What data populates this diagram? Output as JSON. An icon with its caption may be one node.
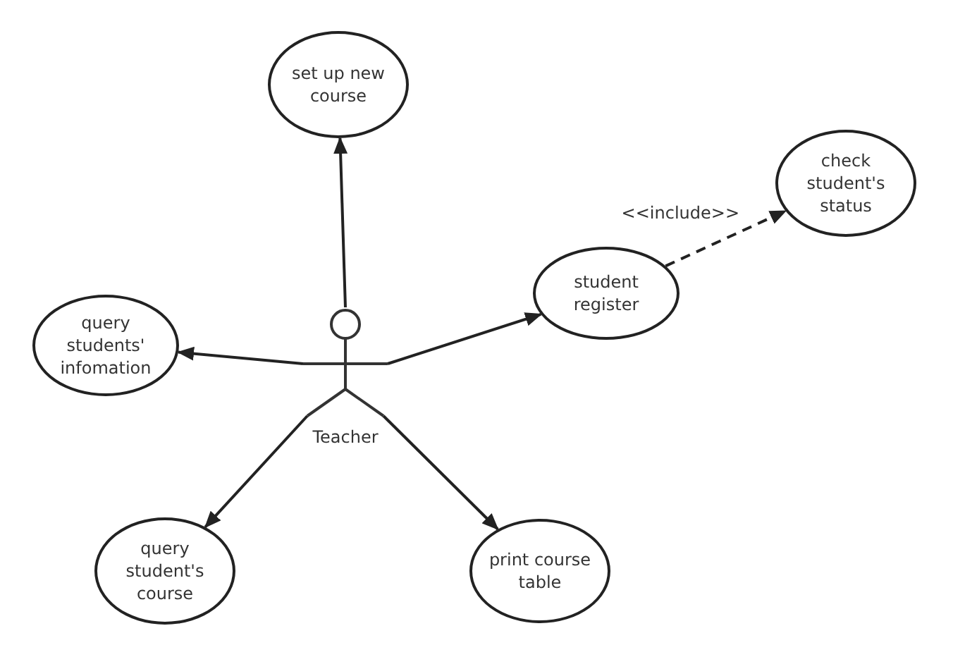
{
  "diagram": {
    "nodes": [
      {
        "text": [
          "set up new course"
        ]
      },
      {
        "text": [
          "check student's status"
        ]
      },
      {
        "text": [
          "student register"
        ]
      },
      {
        "text": [
          "query students' infomation"
        ]
      },
      {
        "text": [
          "Teacher"
        ]
      },
      {
        "text": [
          "query student's course"
        ]
      },
      {
        "text": [
          "print course table"
        ]
      }
    ],
    "edges": [
      {
        "from": 4,
        "to": 0,
        "arrow": "to"
      },
      {
        "from": 2,
        "to": 1,
        "arrow": "to",
        "label": "<<include>>",
        "style": "dashed"
      },
      {
        "from": 4,
        "to": 2,
        "arrow": "to"
      },
      {
        "from": 4,
        "to": 3,
        "arrow": "to"
      },
      {
        "from": 4,
        "to": 5,
        "arrow": "to"
      },
      {
        "from": 4,
        "to": 6,
        "arrow": "to"
      }
    ]
  }
}
